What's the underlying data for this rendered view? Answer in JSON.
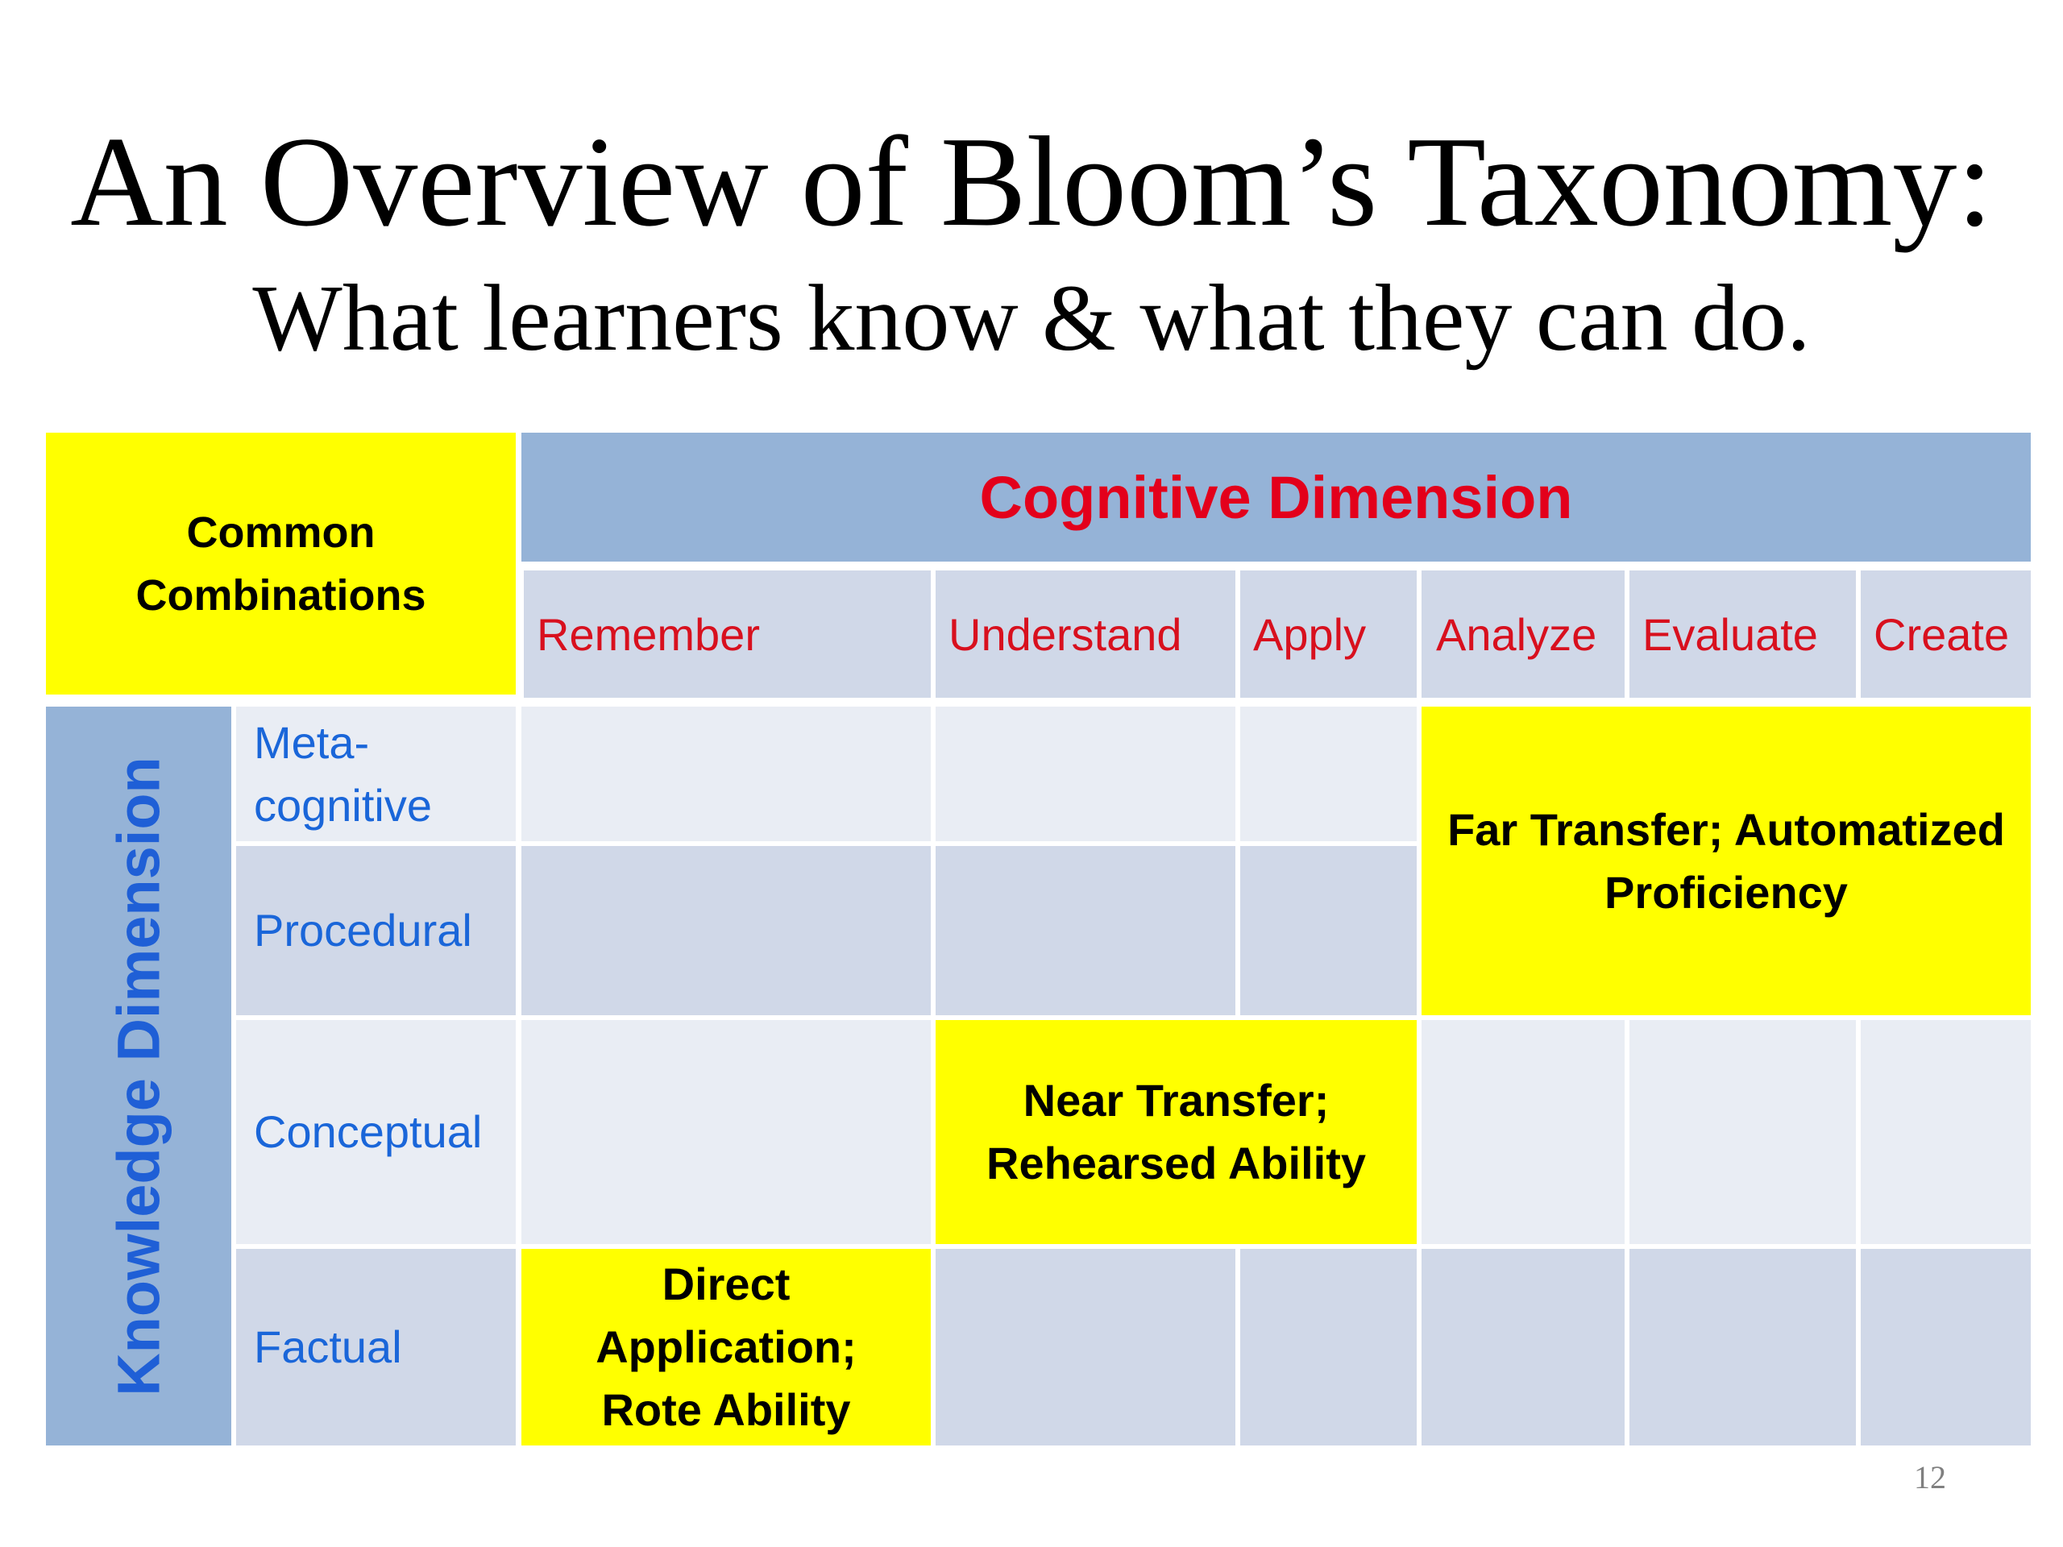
{
  "slide": {
    "title": "An Overview of Bloom’s Taxonomy:",
    "subtitle": "What learners know & what they can do.",
    "page_number": "12"
  },
  "table": {
    "corner_label": "Common Combinations",
    "cognitive_header": "Cognitive Dimension",
    "knowledge_header": "Knowledge Dimension",
    "cognitive_levels": [
      "Remember",
      "Understand",
      "Apply",
      "Analyze",
      "Evaluate",
      "Create"
    ],
    "knowledge_levels": [
      "Meta-cognitive",
      "Procedural",
      "Conceptual",
      "Factual"
    ],
    "combinations": {
      "far": "Far Transfer; Automatized Proficiency",
      "near": "Near Transfer; Rehearsed Ability",
      "direct": "Direct Application; Rote Ability"
    },
    "colors": {
      "highlight": "#ffff00",
      "header_blue": "#95b3d7",
      "cognitive_text": "#e3001b",
      "knowledge_text": "#1f5fd6"
    }
  }
}
